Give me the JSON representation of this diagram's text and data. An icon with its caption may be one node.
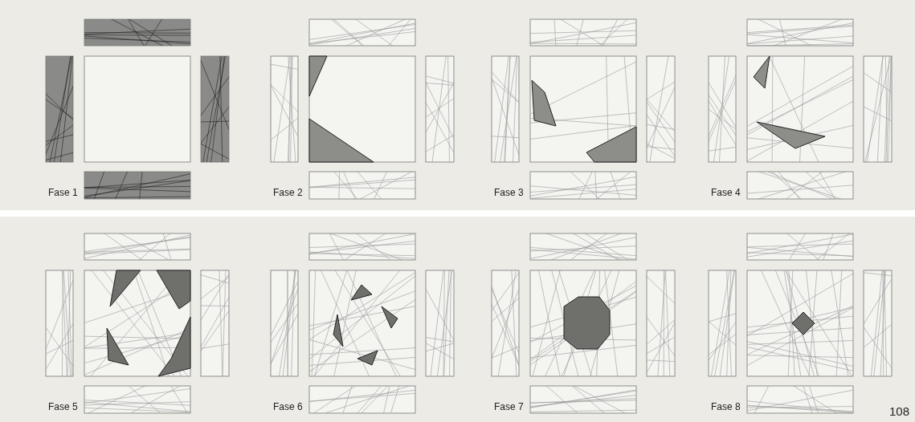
{
  "diagram": {
    "labels": [
      "Fase 1",
      "Fase 2",
      "Fase 3",
      "Fase 4",
      "Fase 5",
      "Fase 6",
      "Fase 7",
      "Fase 8",
      "108"
    ]
  }
}
